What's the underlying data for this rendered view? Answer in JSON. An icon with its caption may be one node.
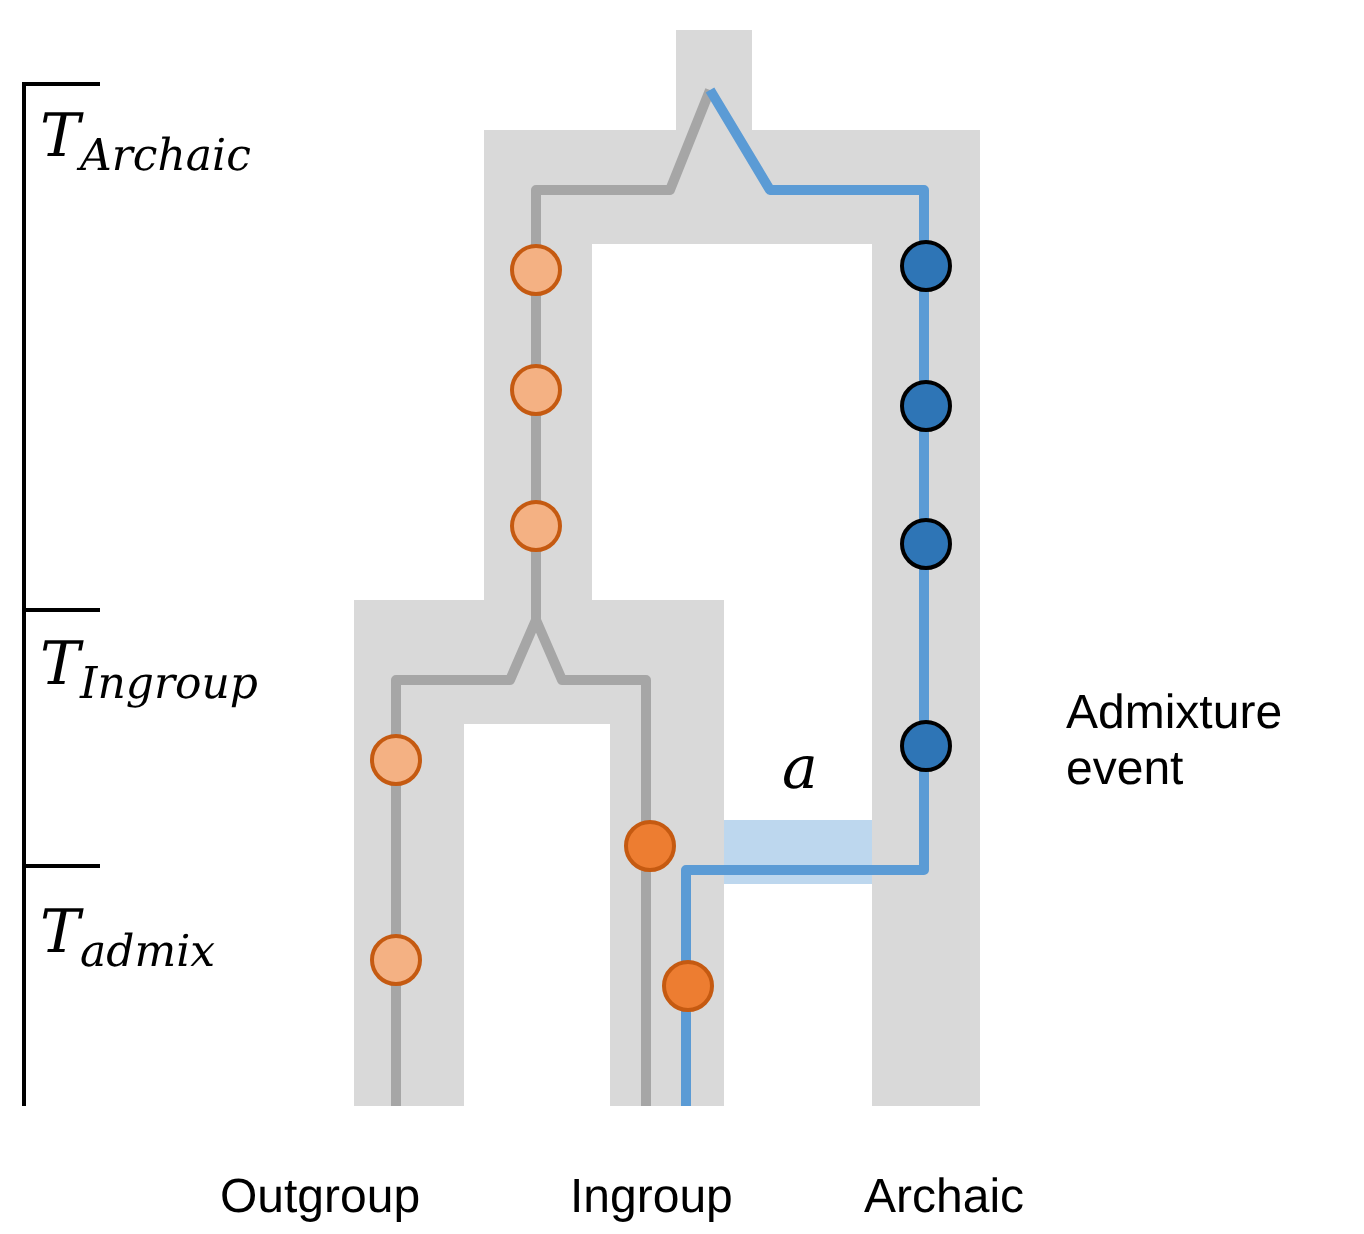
{
  "diagram": {
    "labels": [
      "T$_{Archaic}$",
      "T$_{Ingroup}$",
      "Admixture event",
      "a",
      "T$_{admix}$",
      "Outgroup",
      "Ingroup",
      "Archaic"
    ]
  }
}
